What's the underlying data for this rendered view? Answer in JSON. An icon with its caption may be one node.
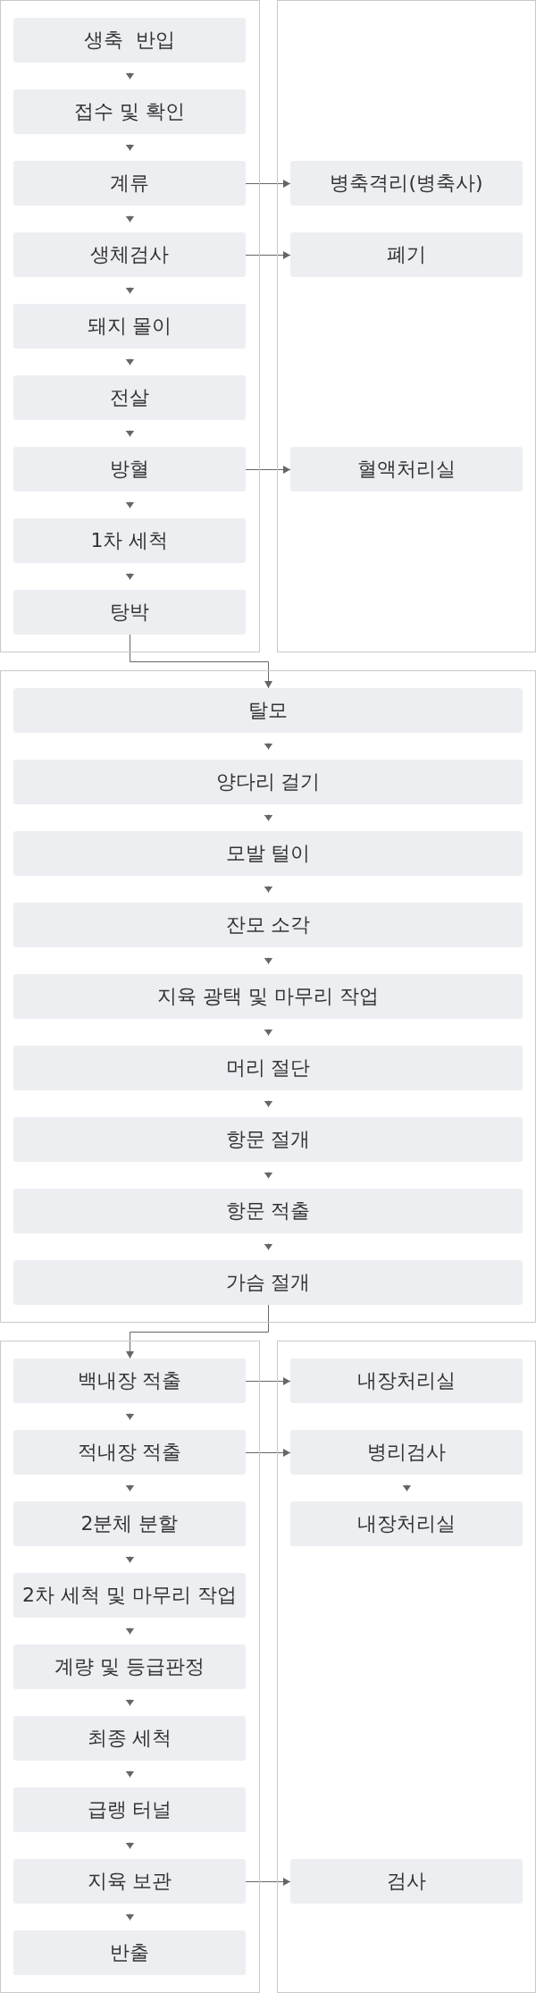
{
  "diagram": {
    "nodes": [
      {
        "text": [],
        "shape": "box"
      },
      {
        "text": [
          "생축  반입"
        ],
        "in": 0
      },
      {
        "text": [
          "접수 및 확인"
        ],
        "in": 0
      },
      {
        "text": [
          "계류"
        ],
        "in": 0
      },
      {
        "text": [
          "생체검사"
        ],
        "in": 0
      },
      {
        "text": [
          "돼지 몰이"
        ],
        "in": 0
      },
      {
        "text": [
          "전살"
        ],
        "in": 0
      },
      {
        "text": [
          "방혈"
        ],
        "in": 0
      },
      {
        "text": [
          "1차 세척"
        ],
        "in": 0
      },
      {
        "text": [
          "탕박"
        ],
        "in": 0
      },
      {
        "text": [],
        "shape": "box"
      },
      {
        "text": [
          "병축격리(병축사)"
        ],
        "in": 10
      },
      {
        "text": [
          "폐기"
        ],
        "in": 10
      },
      {
        "text": [
          "혈액처리실"
        ],
        "in": 10
      },
      {
        "text": [],
        "shape": "box"
      },
      {
        "text": [
          "탈모"
        ],
        "in": 14
      },
      {
        "text": [
          "양다리 걸기"
        ],
        "in": 14
      },
      {
        "text": [
          "모발 털이"
        ],
        "in": 14
      },
      {
        "text": [
          "잔모 소각"
        ],
        "in": 14
      },
      {
        "text": [
          "지육 광택 및 마무리 작업"
        ],
        "in": 14
      },
      {
        "text": [
          "머리 절단"
        ],
        "in": 14
      },
      {
        "text": [
          "항문 절개"
        ],
        "in": 14
      },
      {
        "text": [
          "항문 적출"
        ],
        "in": 14
      },
      {
        "text": [
          "가슴 절개"
        ],
        "in": 14
      },
      {
        "text": [],
        "shape": "box"
      },
      {
        "text": [
          "백내장 적출"
        ],
        "in": 24
      },
      {
        "text": [
          "적내장 적출"
        ],
        "in": 24
      },
      {
        "text": [
          "2분체 분할"
        ],
        "in": 24
      },
      {
        "text": [
          "2차 세척 및 마무리 작업"
        ],
        "in": 24
      },
      {
        "text": [
          "계량 및 등급판정"
        ],
        "in": 24
      },
      {
        "text": [
          "최종 세척"
        ],
        "in": 24
      },
      {
        "text": [
          "급랭 터널"
        ],
        "in": 24
      },
      {
        "text": [
          "지육 보관"
        ],
        "in": 24
      },
      {
        "text": [
          "반출"
        ],
        "in": 24
      },
      {
        "text": [],
        "shape": "box"
      },
      {
        "text": [
          "내장처리실"
        ],
        "in": 34
      },
      {
        "text": [
          "병리검사"
        ],
        "in": 34
      },
      {
        "text": [
          "내장처리실"
        ],
        "in": 34
      },
      {
        "text": [
          "검사"
        ],
        "in": 34
      }
    ],
    "edges": [
      {
        "from": 1,
        "to": 2,
        "arrow": "to"
      },
      {
        "from": 2,
        "to": 3,
        "arrow": "to"
      },
      {
        "from": 3,
        "to": 4,
        "arrow": "to"
      },
      {
        "from": 4,
        "to": 5,
        "arrow": "to"
      },
      {
        "from": 5,
        "to": 6,
        "arrow": "to"
      },
      {
        "from": 6,
        "to": 7,
        "arrow": "to"
      },
      {
        "from": 7,
        "to": 8,
        "arrow": "to"
      },
      {
        "from": 8,
        "to": 9,
        "arrow": "to"
      },
      {
        "from": 3,
        "to": 11,
        "arrow": "to"
      },
      {
        "from": 4,
        "to": 12,
        "arrow": "to"
      },
      {
        "from": 7,
        "to": 13,
        "arrow": "to"
      },
      {
        "from": 9,
        "to": 15,
        "arrow": "to"
      },
      {
        "from": 15,
        "to": 16,
        "arrow": "to"
      },
      {
        "from": 16,
        "to": 17,
        "arrow": "to"
      },
      {
        "from": 17,
        "to": 18,
        "arrow": "to"
      },
      {
        "from": 18,
        "to": 19,
        "arrow": "to"
      },
      {
        "from": 19,
        "to": 20,
        "arrow": "to"
      },
      {
        "from": 20,
        "to": 21,
        "arrow": "to"
      },
      {
        "from": 21,
        "to": 22,
        "arrow": "to"
      },
      {
        "from": 22,
        "to": 23,
        "arrow": "to"
      },
      {
        "from": 23,
        "to": 25,
        "arrow": "to"
      },
      {
        "from": 25,
        "to": 26,
        "arrow": "to"
      },
      {
        "from": 26,
        "to": 27,
        "arrow": "to"
      },
      {
        "from": 27,
        "to": 28,
        "arrow": "to"
      },
      {
        "from": 28,
        "to": 29,
        "arrow": "to"
      },
      {
        "from": 29,
        "to": 30,
        "arrow": "to"
      },
      {
        "from": 30,
        "to": 31,
        "arrow": "to"
      },
      {
        "from": 31,
        "to": 32,
        "arrow": "to"
      },
      {
        "from": 32,
        "to": 33,
        "arrow": "to"
      },
      {
        "from": 25,
        "to": 35,
        "arrow": "to"
      },
      {
        "from": 26,
        "to": 36,
        "arrow": "to"
      },
      {
        "from": 36,
        "to": 37,
        "arrow": "to"
      },
      {
        "from": 32,
        "to": 38,
        "arrow": "to"
      }
    ]
  }
}
